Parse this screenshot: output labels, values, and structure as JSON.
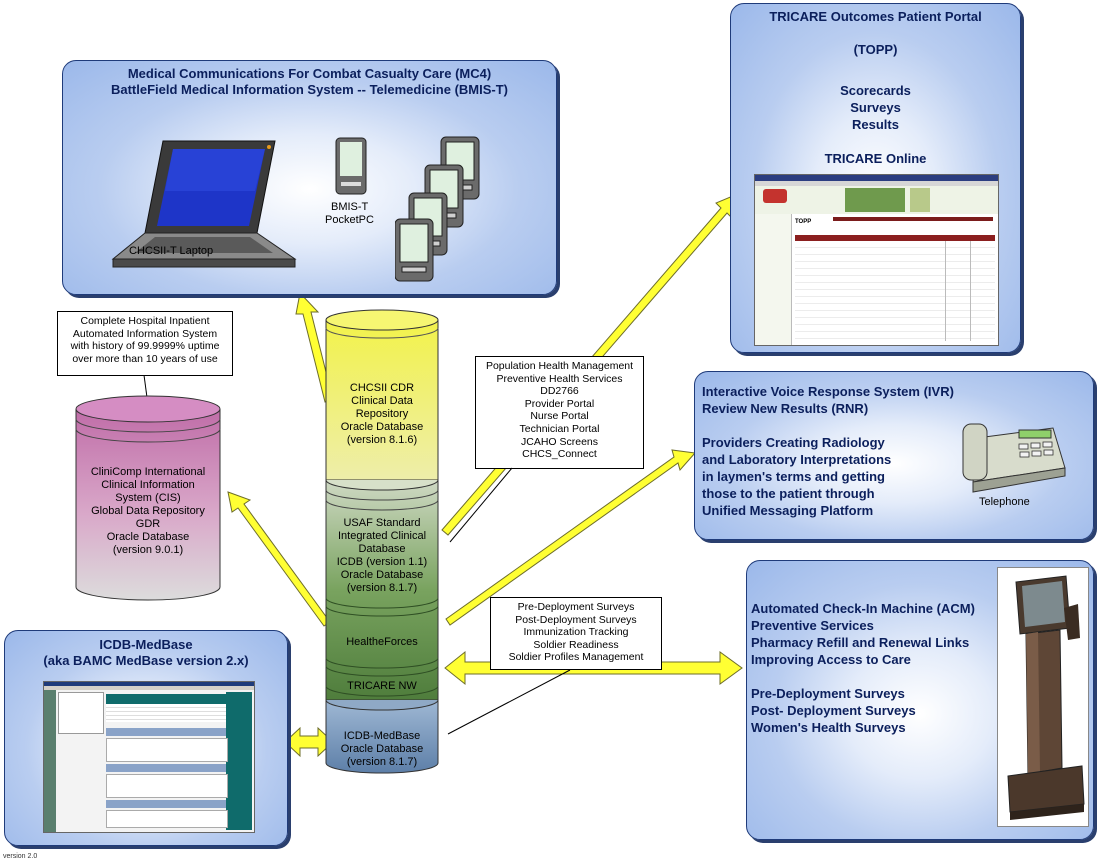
{
  "mc4": {
    "title_line1": "Medical Communications For Combat Casualty Care (MC4)",
    "title_line2": "BattleField Medical Information System -- Telemedicine (BMIS-T)",
    "laptop_label": "CHCSII-T Laptop",
    "pocketpc_line1": "BMIS-T",
    "pocketpc_line2": "PocketPC"
  },
  "topp": {
    "title": "TRICARE Outcomes Patient Portal",
    "abbr": "(TOPP)",
    "items": [
      "Scorecards",
      "Surveys",
      "Results"
    ],
    "online": "TRICARE Online",
    "screen_title": "TOPP"
  },
  "ivr": {
    "line1": "Interactive Voice Response System (IVR)",
    "line2": "Review New Results (RNR)",
    "desc": [
      "Providers Creating Radiology",
      "and Laboratory Interpretations",
      "in laymen's terms and getting",
      "those to the patient through",
      "Unified Messaging Platform"
    ],
    "phone_label": "Telephone"
  },
  "acm": {
    "group1": [
      "Automated Check-In Machine (ACM)",
      "Preventive Services",
      "Pharmacy Refill and Renewal Links",
      "Improving Access to Care"
    ],
    "group2": [
      "Pre-Deployment Surveys",
      "Post- Deployment Surveys",
      "Women's Health Surveys"
    ]
  },
  "icdb_medbase": {
    "title_line1": "ICDB-MedBase",
    "title_line2": "(aka BAMC MedBase version 2.x)"
  },
  "callout_hospital": [
    "Complete Hospital Inpatient",
    "Automated Information System",
    "with history of 99.9999% uptime",
    "over more than 10 years of use"
  ],
  "callout_population": [
    "Population Health Management",
    "Preventive Health Services",
    "DD2766",
    "Provider Portal",
    "Nurse Portal",
    "Technician Portal",
    "JCAHO Screens",
    "CHCS_Connect"
  ],
  "callout_deployment": [
    "Pre-Deployment Surveys",
    "Post-Deployment Surveys",
    "Immunization Tracking",
    "Soldier Readiness",
    "Soldier Profiles Management"
  ],
  "cis_db": [
    "CliniComp International",
    "Clinical Information",
    "System (CIS)",
    "Global Data Repository",
    "GDR",
    "Oracle Database",
    "(version 9.0.1)"
  ],
  "stack": {
    "cdr": [
      "CHCSII CDR",
      "Clinical Data",
      "Repository",
      "Oracle Database",
      "(version 8.1.6)"
    ],
    "icdb": [
      "USAF Standard",
      "Integrated Clinical",
      "Database",
      "ICDB (version 1.1)",
      "Oracle Database",
      "(version 8.1.7)"
    ],
    "healthe": "HealtheForces",
    "nw": "TRICARE NW",
    "medbase": [
      "ICDB-MedBase",
      "Oracle Database",
      "(version 8.1.7)"
    ]
  },
  "version": "version 2.0",
  "colors": {
    "panel_blue": "#9bb8ea",
    "arrow_yellow": "#ffff33",
    "cdr_yellow": "#f2f24a",
    "icdb_green": "#5f8f4a",
    "medbase_blue": "#6f8fb4",
    "cis_pink": "#c06da8",
    "title_navy": "#0b1f5c"
  }
}
